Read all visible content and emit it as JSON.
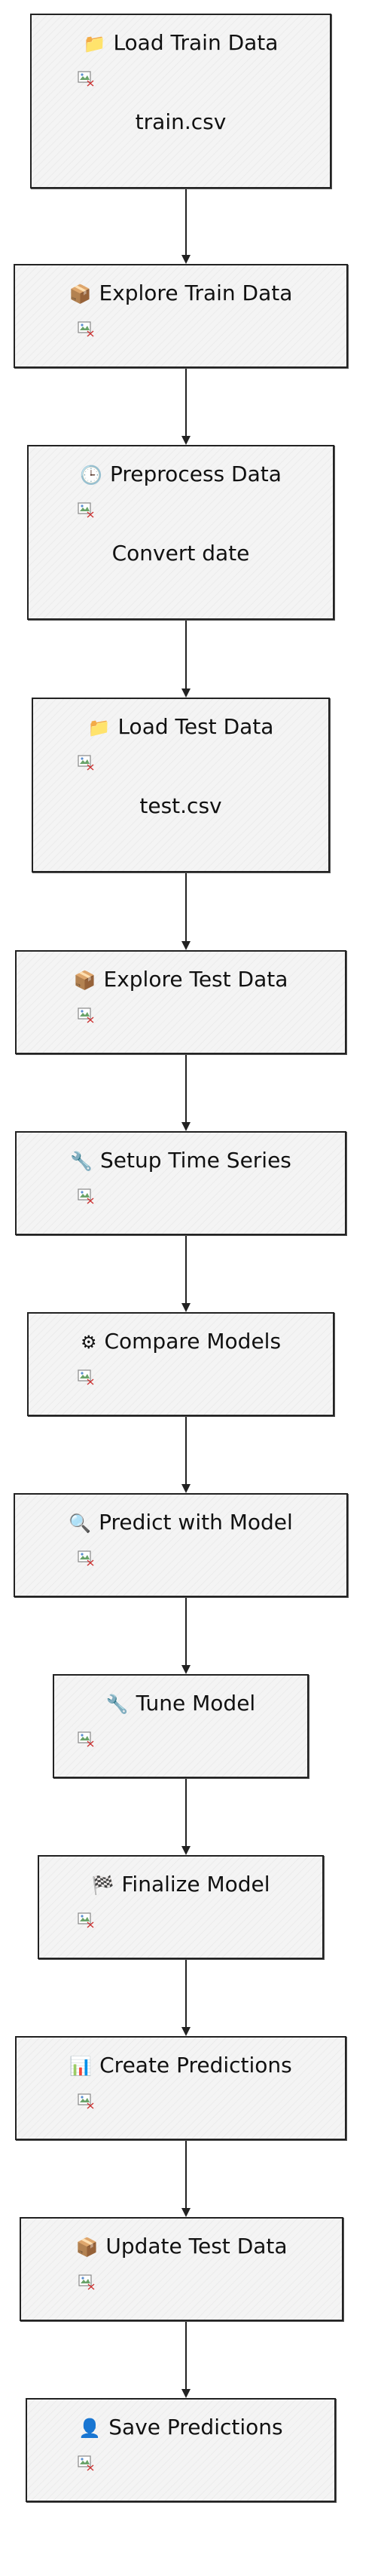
{
  "diagram": {
    "type": "flowchart",
    "direction": "top-to-bottom",
    "nodes": [
      {
        "id": "load-train-data",
        "icon": "folder-icon",
        "glyph": "📁",
        "title": "Load Train Data",
        "subtitle": "train.csv"
      },
      {
        "id": "explore-train-data",
        "icon": "box-icon",
        "glyph": "📦",
        "title": "Explore Train Data",
        "subtitle": ""
      },
      {
        "id": "preprocess-data",
        "icon": "clock-icon",
        "glyph": "🕒",
        "title": "Preprocess Data",
        "subtitle": "Convert date"
      },
      {
        "id": "load-test-data",
        "icon": "folder-icon",
        "glyph": "📁",
        "title": "Load Test Data",
        "subtitle": "test.csv"
      },
      {
        "id": "explore-test-data",
        "icon": "box-icon",
        "glyph": "📦",
        "title": "Explore Test Data",
        "subtitle": ""
      },
      {
        "id": "setup-time-series",
        "icon": "wrench-icon",
        "glyph": "🔧",
        "title": "Setup Time Series",
        "subtitle": ""
      },
      {
        "id": "compare-models",
        "icon": "gear-icon",
        "glyph": "⚙",
        "title": "Compare Models",
        "subtitle": ""
      },
      {
        "id": "predict-with-model",
        "icon": "magnifier-icon",
        "glyph": "🔍",
        "title": "Predict with Model",
        "subtitle": ""
      },
      {
        "id": "tune-model",
        "icon": "wrench-icon",
        "glyph": "🔧",
        "title": "Tune Model",
        "subtitle": ""
      },
      {
        "id": "finalize-model",
        "icon": "checkered-flag-icon",
        "glyph": "🏁",
        "title": "Finalize Model",
        "subtitle": ""
      },
      {
        "id": "create-predictions",
        "icon": "bar-chart-icon",
        "glyph": "📊",
        "title": "Create Predictions",
        "subtitle": ""
      },
      {
        "id": "update-test-data",
        "icon": "box-icon",
        "glyph": "📦",
        "title": "Update Test Data",
        "subtitle": ""
      },
      {
        "id": "save-predictions",
        "icon": "user-icon",
        "glyph": "👤",
        "title": "Save Predictions",
        "subtitle": ""
      }
    ],
    "edges": [
      [
        "load-train-data",
        "explore-train-data"
      ],
      [
        "explore-train-data",
        "preprocess-data"
      ],
      [
        "preprocess-data",
        "load-test-data"
      ],
      [
        "load-test-data",
        "explore-test-data"
      ],
      [
        "explore-test-data",
        "setup-time-series"
      ],
      [
        "setup-time-series",
        "compare-models"
      ],
      [
        "compare-models",
        "predict-with-model"
      ],
      [
        "predict-with-model",
        "tune-model"
      ],
      [
        "tune-model",
        "finalize-model"
      ],
      [
        "finalize-model",
        "create-predictions"
      ],
      [
        "create-predictions",
        "update-test-data"
      ],
      [
        "update-test-data",
        "save-predictions"
      ]
    ]
  }
}
